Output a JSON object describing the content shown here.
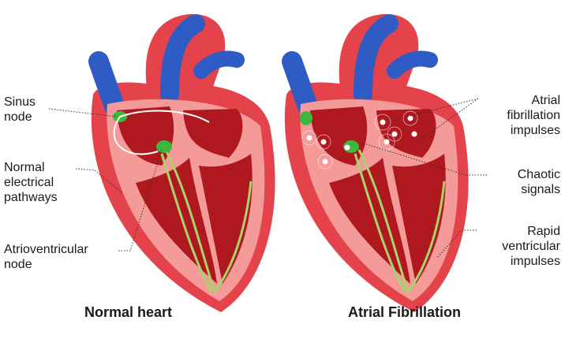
{
  "normal": {
    "caption": "Normal heart",
    "labels": {
      "sinus_node": [
        "Sinus",
        "node"
      ],
      "pathways": [
        "Normal",
        "electrical",
        "pathways"
      ],
      "av_node": [
        "Atrioventricular",
        "node"
      ]
    }
  },
  "afib": {
    "caption": "Atrial Fibrillation",
    "labels": {
      "afib_impulses": [
        "Atrial",
        "fibrillation",
        "impulses"
      ],
      "chaotic": [
        "Chaotic",
        "signals"
      ],
      "rapid": [
        "Rapid",
        "ventricular",
        "impulses"
      ]
    }
  },
  "colors": {
    "muscle": "#e4434b",
    "wall": "#f49a98",
    "chamber": "#b01820",
    "vein": "#2f5bc4",
    "node": "#3cb93c",
    "path": "#a8d46c"
  }
}
